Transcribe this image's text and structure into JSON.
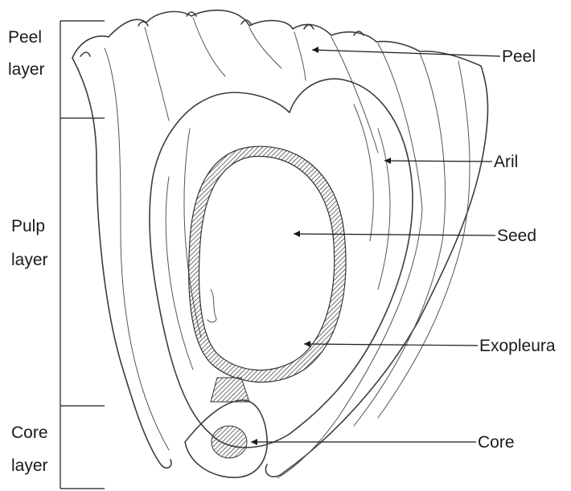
{
  "layers": {
    "peel": [
      "Peel",
      "layer"
    ],
    "pulp": [
      "Pulp",
      "layer"
    ],
    "core": [
      "Core",
      "layer"
    ]
  },
  "labels": {
    "peel": "Peel",
    "aril": "Aril",
    "seed": "Seed",
    "exopleura": "Exopleura",
    "core": "Core"
  },
  "colors": {
    "ink": "#3c3c3c",
    "text": "#1a1a1a",
    "background": "#ffffff"
  }
}
